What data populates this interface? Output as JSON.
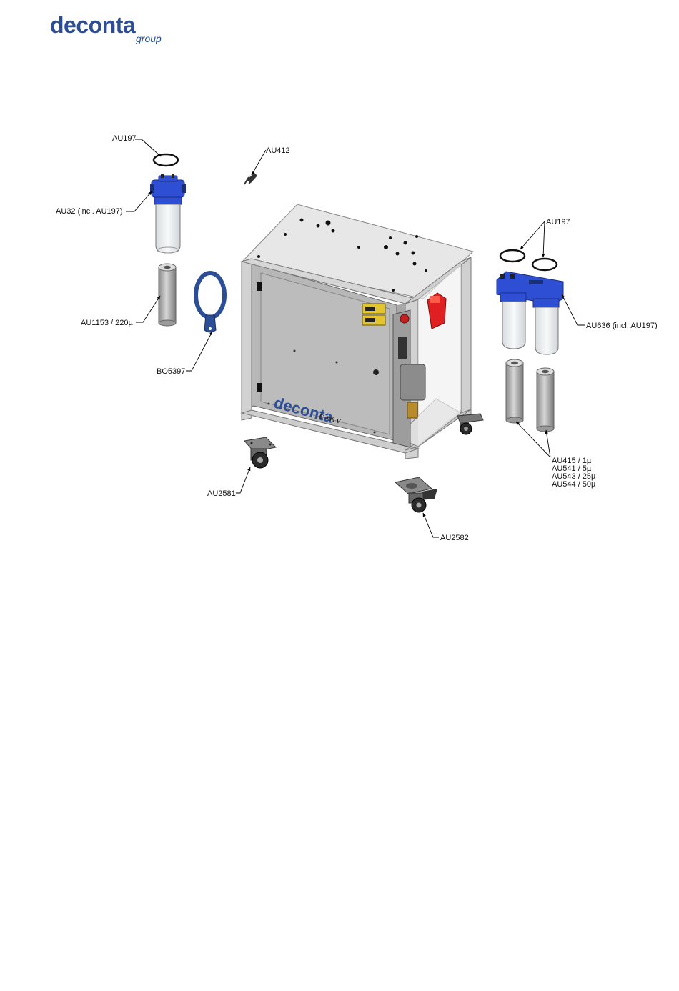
{
  "logo": {
    "name": "deconta",
    "sub": "group"
  },
  "colors": {
    "brand_blue": "#2b4e96",
    "filter_housing_blue": "#2e4fd4",
    "plug_red": "#e02020",
    "frame_gray": "#c8c8c8",
    "panel_gray": "#b9b9b9"
  },
  "machine": {
    "brand": "deconta",
    "model": "C 400 V"
  },
  "callouts": {
    "au197_top": "AU197",
    "au412": "AU412",
    "au32": "AU32 (incl. AU197)",
    "au1153": "AU1153 / 220µ",
    "bo5397": "BO5397",
    "au197_right": "AU197",
    "au636": "AU636 (incl. AU197)",
    "au415": "AU415 / 1µ",
    "au541": "AU541 / 5µ",
    "au543": "AU543 / 25µ",
    "au544": "AU544 / 50µ",
    "au2581": "AU2581",
    "au2582": "AU2582"
  }
}
